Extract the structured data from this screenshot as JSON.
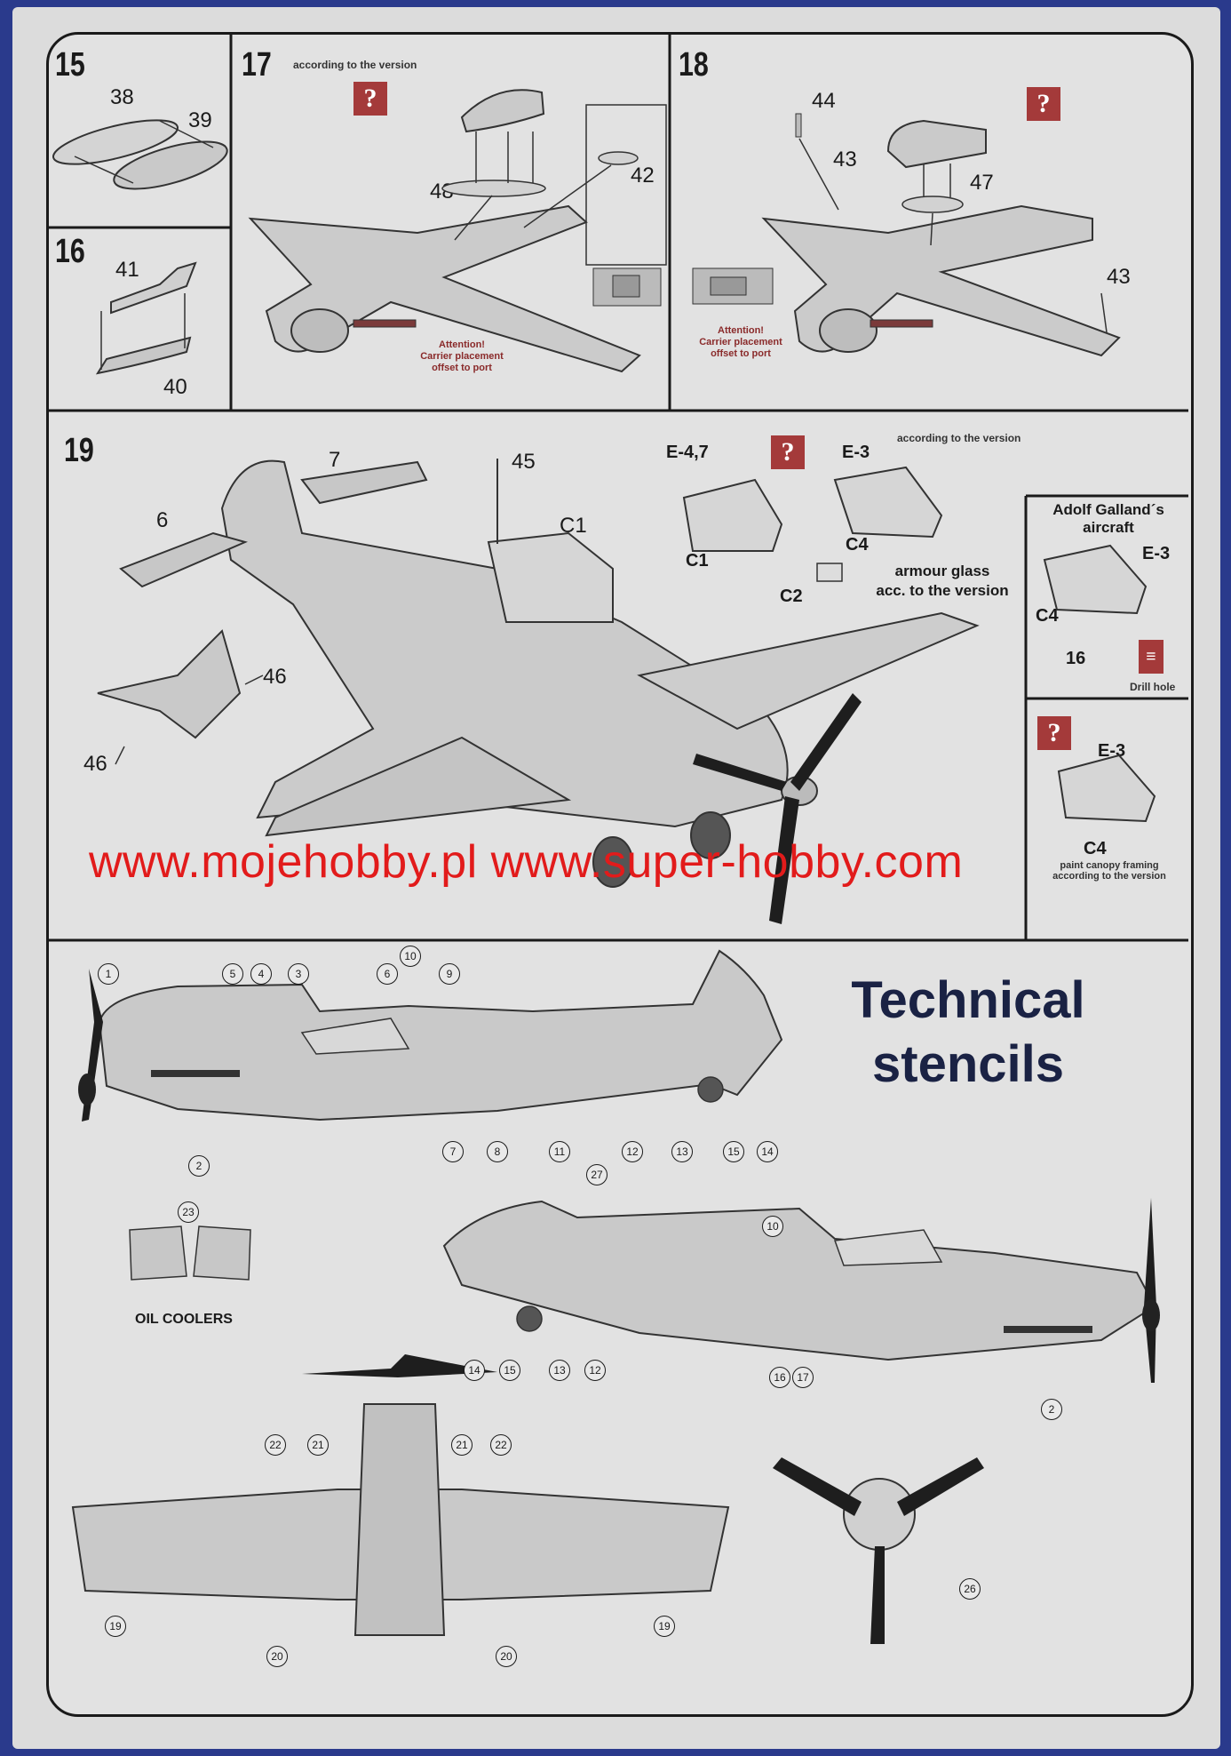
{
  "steps": {
    "s15": {
      "label": "15",
      "parts": [
        "38",
        "39"
      ]
    },
    "s16": {
      "label": "16",
      "parts": [
        "41",
        "40"
      ]
    },
    "s17": {
      "label": "17",
      "note": "according to the version",
      "parts": [
        "48",
        "42"
      ],
      "attention": [
        "Attention!",
        "Carrier placement",
        "offset to port"
      ]
    },
    "s18": {
      "label": "18",
      "parts": [
        "44",
        "43",
        "47",
        "43"
      ],
      "attention": [
        "Attention!",
        "Carrier placement",
        "offset to port"
      ]
    },
    "s19": {
      "label": "19",
      "parts": [
        "7",
        "6",
        "45",
        "C1",
        "46",
        "46"
      ],
      "variants": {
        "e47": "E-4,7",
        "e3": "E-3",
        "note": "according to the version",
        "c1": "C1",
        "c2": "C2",
        "c4": "C4",
        "armour_1": "armour glass",
        "armour_2": "acc. to the version"
      },
      "galland": {
        "title_1": "Adolf Galland´s",
        "title_2": "aircraft",
        "e3": "E-3",
        "c4": "C4",
        "part": "16",
        "drill": "Drill hole"
      },
      "inset": {
        "e3": "E-3",
        "c4": "C4",
        "note_1": "paint canopy framing",
        "note_2": "according to the version"
      }
    }
  },
  "watermark": "www.mojehobby.pl www.super-hobby.com",
  "stencils": {
    "title_1": "Technical",
    "title_2": "stencils",
    "oil_coolers": "OIL COOLERS",
    "callouts_top": [
      "1",
      "5",
      "4",
      "3",
      "6",
      "10",
      "9",
      "2",
      "7",
      "8",
      "11",
      "27",
      "12",
      "13",
      "15",
      "14"
    ],
    "callouts_side2": [
      "10",
      "14",
      "15",
      "13",
      "12",
      "16",
      "17",
      "2"
    ],
    "callouts_bottom": [
      "22",
      "21",
      "21",
      "22",
      "19",
      "20",
      "20",
      "19"
    ],
    "callout_oil": "23",
    "callout_prop": "26"
  },
  "colors": {
    "sheet_bg": "#dcdcdc",
    "border": "#1a2a8c",
    "watermark": "#e21b1b",
    "icon": "#a43a3a",
    "title": "#1a2244"
  }
}
